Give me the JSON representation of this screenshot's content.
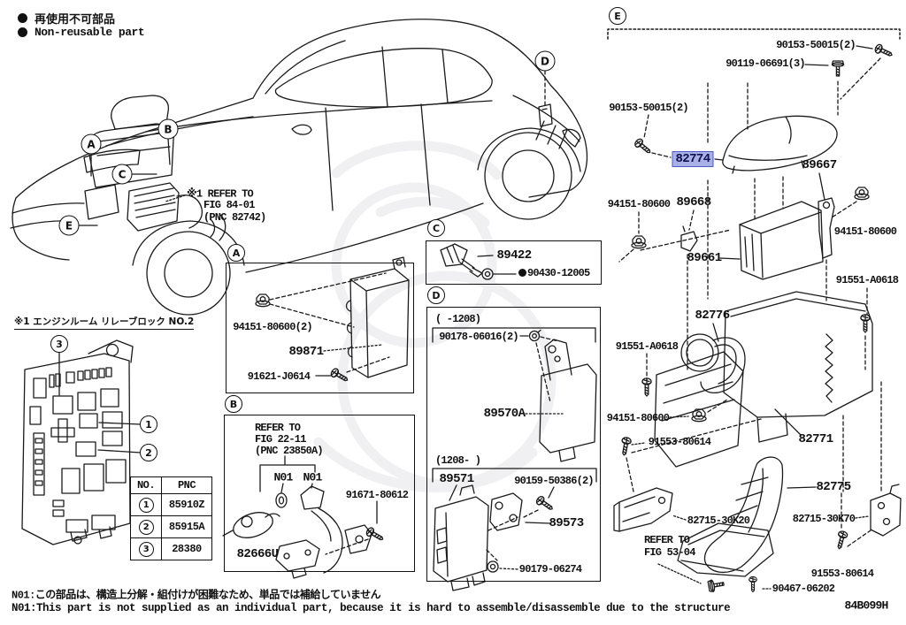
{
  "legend": {
    "nonreusable_ja": "再使用不可部品",
    "nonreusable_en": "Non-reusable part"
  },
  "callouts": {
    "a": "A",
    "b": "B",
    "c": "C",
    "d": "D",
    "e": "E",
    "n1": "1",
    "n2": "2",
    "n3": "3"
  },
  "car_refer": {
    "l1": "※1 REFER TO",
    "l2": "FIG 84-01",
    "l3": "(PNC 82742)"
  },
  "relay_block": {
    "title": "※1 エンジンルーム リレーブロック NO.2",
    "table": {
      "col_no": "NO.",
      "col_pnc": "PNC",
      "rows": [
        {
          "no": "1",
          "pnc": "85910Z"
        },
        {
          "no": "2",
          "pnc": "85915A"
        },
        {
          "no": "3",
          "pnc": "28380"
        }
      ]
    }
  },
  "section_a": {
    "pn_nut": "94151-80600(2)",
    "pn_module": "89871",
    "pn_screw": "91621-J0614"
  },
  "section_b": {
    "refer_l1": "REFER TO",
    "refer_l2": "FIG 22-11",
    "refer_l3": "(PNC 23850A)",
    "n01_left": "N01",
    "n01_right": "N01",
    "pn_screw": "91671-80612",
    "pn_bracket": "82666U"
  },
  "section_c": {
    "pn_sensor": "89422",
    "pn_washer": "90430-12005"
  },
  "section_d": {
    "range_early": "(      -1208)",
    "pn_bolt_early": "90178-06016(2)",
    "pn_module_early": "89570A",
    "range_late": "(1208-      )",
    "pn_module_late": "89571",
    "pn_screw_late": "90159-50386(2)",
    "pn_bracket_late": "89573",
    "pn_grommet_late": "90179-06274"
  },
  "section_e": {
    "pn_screw_top_right": "90153-50015(2)",
    "pn_bolt_top": "90119-06691(3)",
    "pn_screw_top_left": "90153-50015(2)",
    "pn_cap": "82774",
    "pn_bracket_89667": "89667",
    "pn_nut_left": "94151-80600",
    "pn_clip": "89668",
    "pn_nut_right": "94151-80600",
    "pn_ecu": "89661",
    "pn_bolt_right": "91551-A0618",
    "pn_hose": "82776",
    "pn_bolt_left": "91551-A0618",
    "pn_nut_low": "94151-80600",
    "pn_screw_low_left": "91553-80614",
    "pn_case": "82771",
    "pn_duct": "82775",
    "pn_bracket_30k20": "82715-30K20",
    "pn_bracket_30k70": "82715-30K70",
    "pn_screw_low_right": "91553-80614",
    "pn_bolt_scoop": "90467-06202",
    "refer_l1": "REFER TO",
    "refer_l2": "FIG 53-04"
  },
  "notes": {
    "ja": "N01:この部品は、構造上分解・組付けが困難なため、単品では補給していません",
    "en": "N01:This part is not supplied as an individual part, because it is hard to assemble/disassemble due to the structure"
  },
  "footer": {
    "drawing_code": "84B099H"
  },
  "colors": {
    "highlight_fill": "#a8b0e6",
    "highlight_border": "#4f5ac8",
    "line": "#1a1a1a",
    "selected_text": "#101050"
  }
}
